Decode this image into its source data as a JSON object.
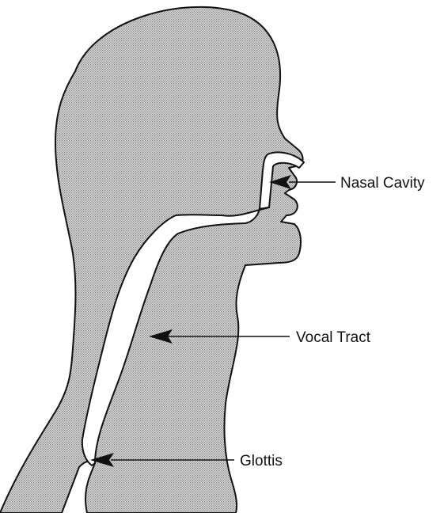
{
  "labels": {
    "nasal_cavity": "Nasal Cavity",
    "vocal_tract": "Vocal Tract",
    "glottis": "Glottis"
  },
  "colors": {
    "ink": "#111111",
    "shade": "#8a8a8a",
    "background": "#ffffff"
  }
}
